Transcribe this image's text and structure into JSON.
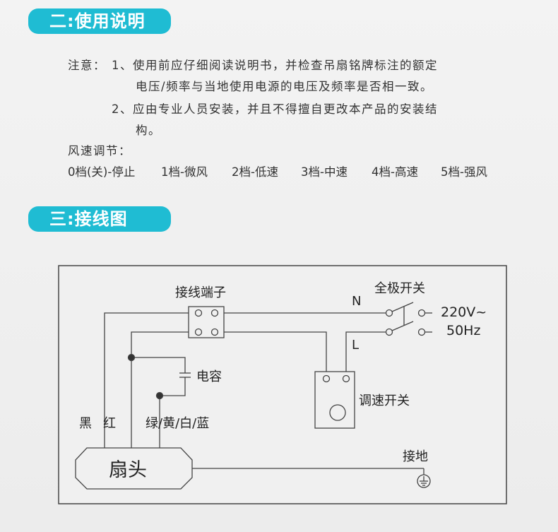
{
  "section2": {
    "title": "二:使用说明",
    "notes_label": "注意：",
    "note1_line1": "1、使用前应仔细阅读说明书，并检查吊扇铭牌标注的额定",
    "note1_line2": "电压/频率与当地使用电源的电压及频率是否相一致。",
    "note2_line1": "2、应由专业人员安装，并且不得擅自更改本产品的安装结",
    "note2_line2": "构。",
    "speed_label": "风速调节：",
    "speeds": [
      "0档(关)-停止",
      "1档-微风",
      "2档-低速",
      "3档-中速",
      "4档-高速",
      "5档-强风"
    ]
  },
  "section3": {
    "title": "三:接线图"
  },
  "diagram": {
    "terminal_block": "接线端子",
    "main_switch": "全极开关",
    "neutral": "N",
    "live": "L",
    "voltage": "220V~",
    "frequency": "50Hz",
    "capacitor": "电容",
    "speed_switch": "调速开关",
    "wire_black": "黑",
    "wire_red": "红",
    "wire_other": "绿/黄/白/蓝",
    "fan_head": "扇头",
    "ground": "接地"
  }
}
